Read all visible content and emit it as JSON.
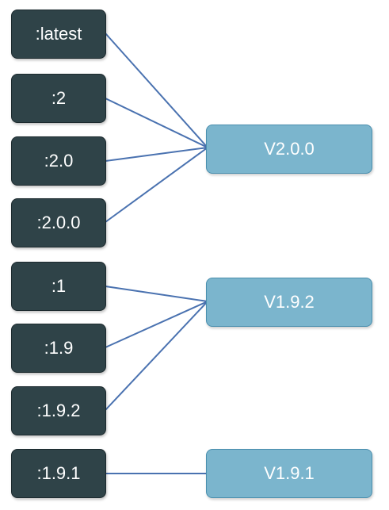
{
  "colors": {
    "tag_fill": "#2f4348",
    "version_fill": "#7bb5cd",
    "connector": "#4a72b0"
  },
  "tags": [
    {
      "label": ":latest",
      "target": "v200"
    },
    {
      "label": ":2",
      "target": "v200"
    },
    {
      "label": ":2.0",
      "target": "v200"
    },
    {
      "label": ":2.0.0",
      "target": "v200"
    },
    {
      "label": ":1",
      "target": "v192"
    },
    {
      "label": ":1.9",
      "target": "v192"
    },
    {
      "label": ":1.9.2",
      "target": "v192"
    },
    {
      "label": ":1.9.1",
      "target": "v191"
    }
  ],
  "versions": [
    {
      "id": "v200",
      "label": "V2.0.0"
    },
    {
      "id": "v192",
      "label": "V1.9.2"
    },
    {
      "id": "v191",
      "label": "V1.9.1"
    }
  ]
}
